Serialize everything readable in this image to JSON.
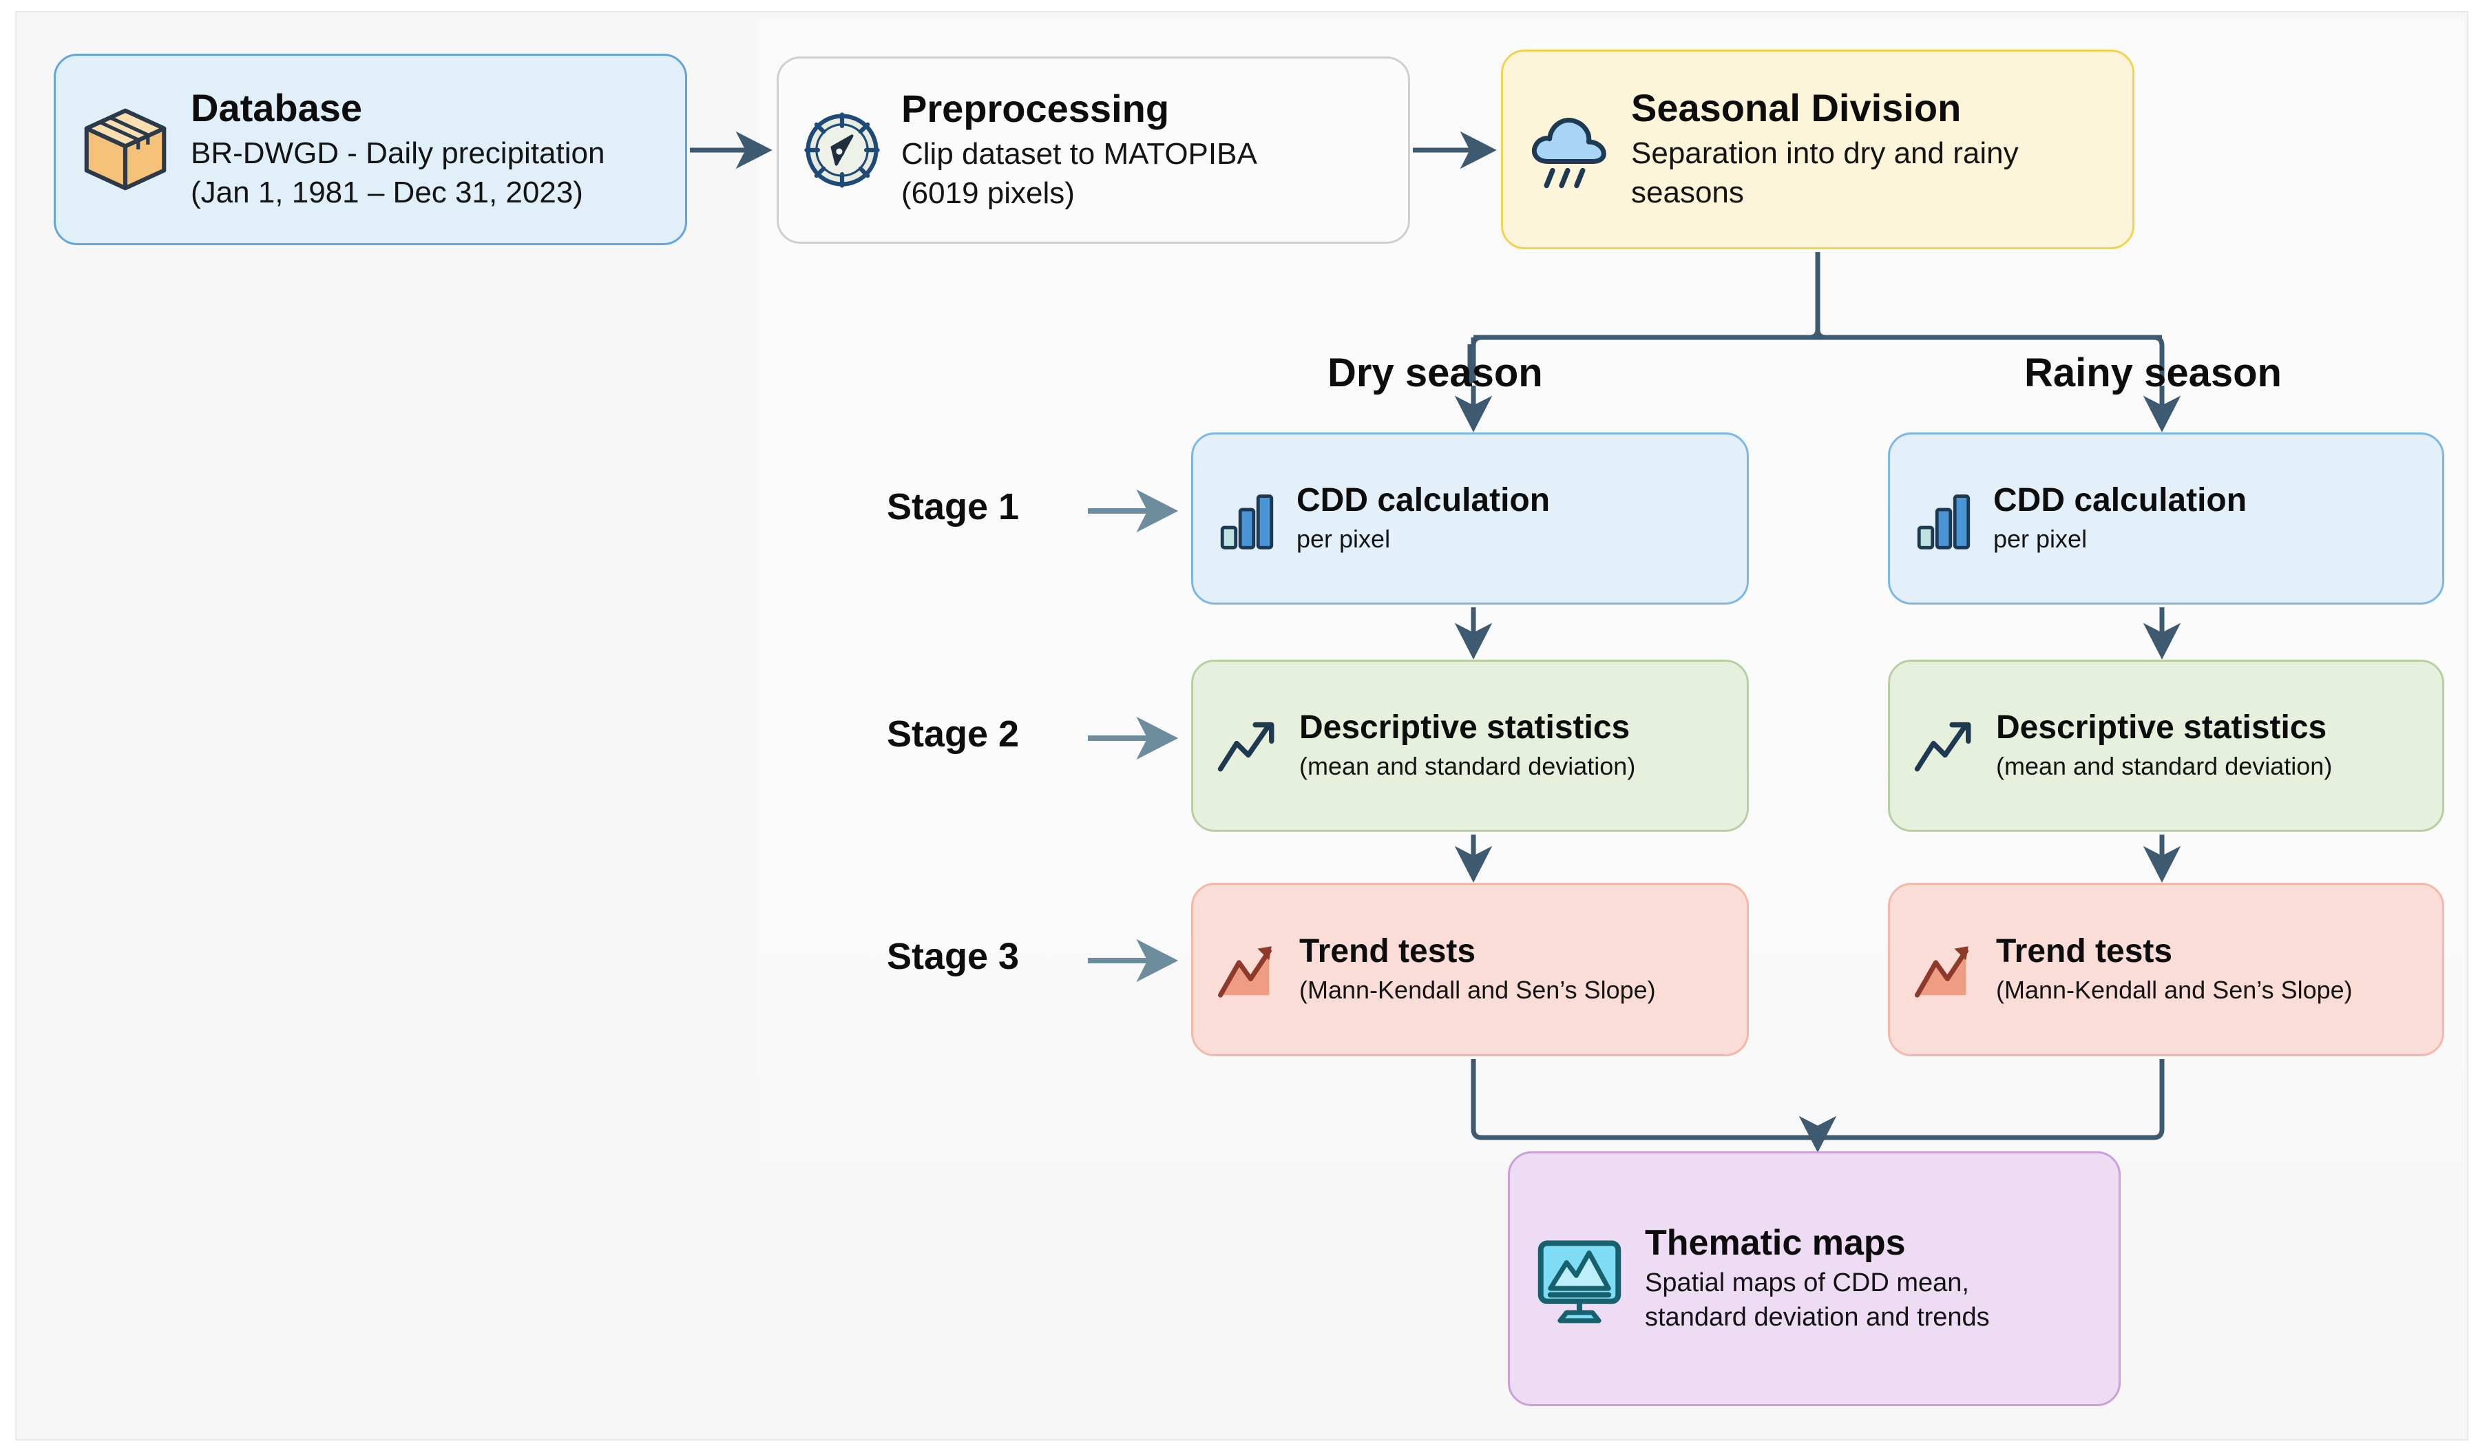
{
  "diagram": {
    "title": "CDD seasonal analysis workflow",
    "colors": {
      "arrow": "#3d5a70",
      "stage_arrow": "#6d8c9e",
      "blue_fill": "#e1eff9",
      "blue_border": "#64a5dd",
      "grey_fill": "#fbfbfb",
      "grey_border": "#cfcfcf",
      "yellow_fill": "#fdf5d9",
      "yellow_border": "#f2d34d",
      "green_fill": "#e7efdd",
      "green_border": "#b8cfa2",
      "red_fill": "#fbddd7",
      "red_border": "#f4b8ab",
      "purple_fill": "#eddcf3",
      "purple_border": "#c9a0d8"
    }
  },
  "top_row": {
    "database": {
      "icon": "package-box-icon",
      "title": "Database",
      "sub_line1": "BR-DWGD - Daily precipitation",
      "sub_line2": "(Jan 1, 1981 – Dec 31, 2023)"
    },
    "preprocessing": {
      "icon": "compass-icon",
      "title": "Preprocessing",
      "sub_line1": "Clip dataset to MATOPIBA",
      "sub_line2": "(6019 pixels)"
    },
    "seasonal_division": {
      "icon": "rain-cloud-icon",
      "title": "Seasonal Division",
      "sub_line1": "Separation into dry and rainy",
      "sub_line2": "seasons"
    }
  },
  "branches": {
    "dry_label": "Dry season",
    "rainy_label": "Rainy season"
  },
  "stages": {
    "stage1": "Stage 1",
    "stage2": "Stage 2",
    "stage3": "Stage 3"
  },
  "dry_column": {
    "cdd": {
      "icon": "bar-chart-icon",
      "title": "CDD calculation",
      "sub": "per pixel"
    },
    "stats": {
      "icon": "trend-line-icon",
      "title": "Descriptive statistics",
      "sub": "(mean and standard deviation)"
    },
    "trend": {
      "icon": "area-trend-icon",
      "title": "Trend tests",
      "sub": "(Mann-Kendall and Sen’s Slope)"
    }
  },
  "rainy_column": {
    "cdd": {
      "icon": "bar-chart-icon",
      "title": "CDD calculation",
      "sub": "per pixel"
    },
    "stats": {
      "icon": "trend-line-icon",
      "title": "Descriptive statistics",
      "sub": "(mean and standard deviation)"
    },
    "trend": {
      "icon": "area-trend-icon",
      "title": "Trend tests",
      "sub": "(Mann-Kendall and Sen’s Slope)"
    }
  },
  "output": {
    "thematic_maps": {
      "icon": "monitor-map-icon",
      "title": "Thematic maps",
      "sub_line1": "Spatial maps of CDD mean,",
      "sub_line2": "standard deviation and trends"
    }
  }
}
